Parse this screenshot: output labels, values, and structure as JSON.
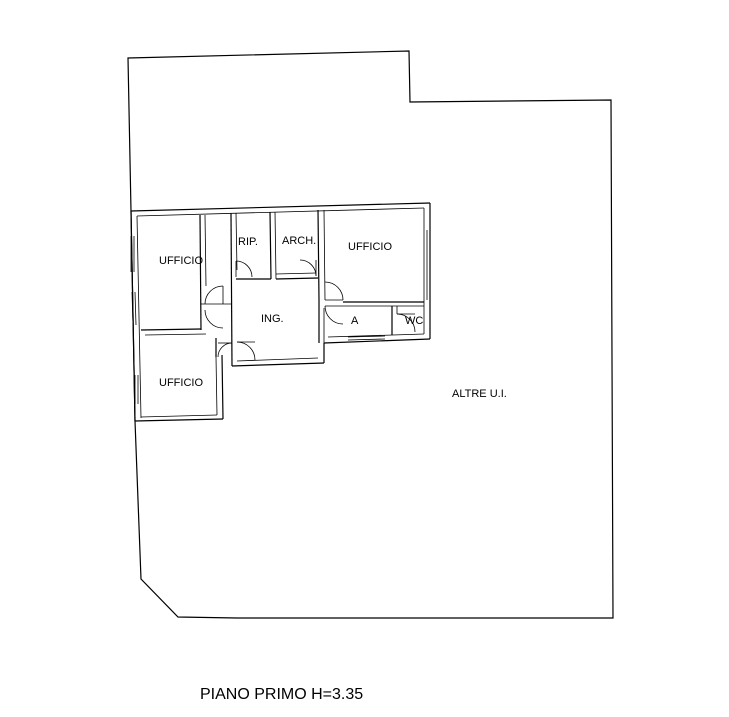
{
  "plan": {
    "caption": "PIANO PRIMO H=3.35",
    "rooms": {
      "ufficio_1": "UFFICIO",
      "rip": "RIP.",
      "arch": "ARCH.",
      "ufficio_2": "UFFICIO",
      "ing": "ING.",
      "a": "A",
      "wc": "WC",
      "ufficio_3": "UFFICIO",
      "altre": "ALTRE U.I."
    }
  }
}
